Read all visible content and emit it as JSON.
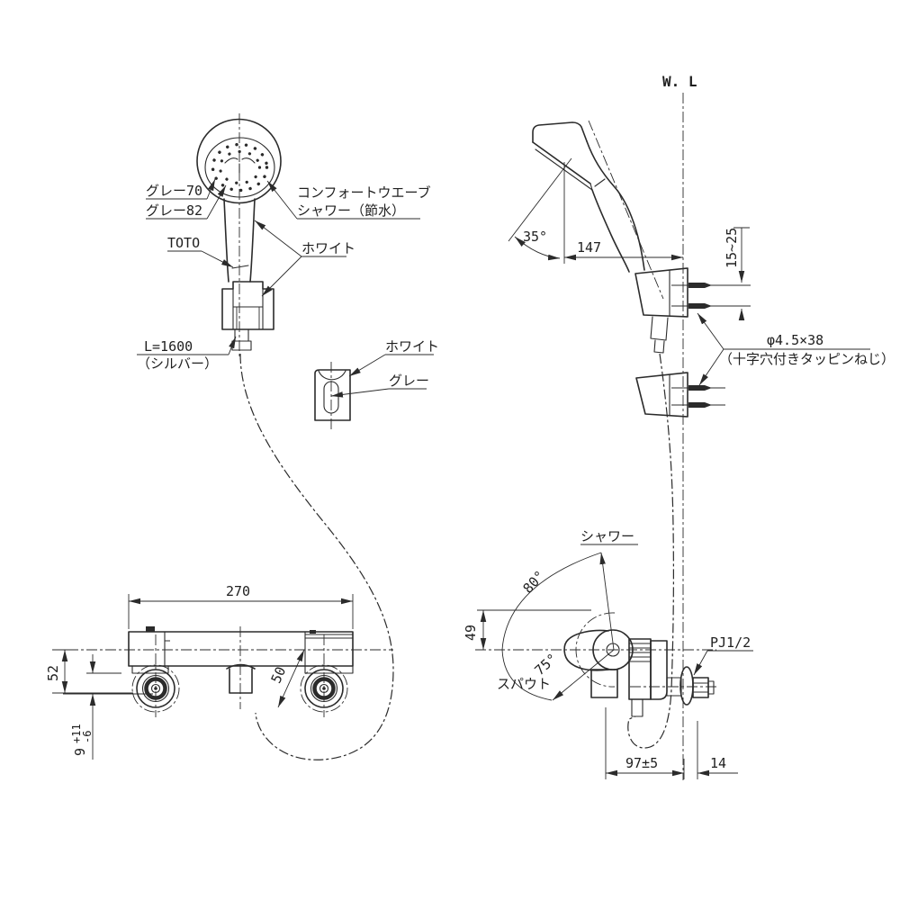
{
  "colors": {
    "background": "#ffffff",
    "line": "#2b2b2b",
    "text": "#1f1f1f"
  },
  "hand_shower_front_view": {
    "head_color_label_1": "グレー70",
    "head_color_label_2": "グレー82",
    "shower_type_line_1": "コンフォートウエーブ",
    "shower_type_line_2": "シャワー（節水）",
    "brand_label": "TOTO",
    "body_color_label": "ホワイト",
    "hose_length_label": "L=1600",
    "hose_color_label": "（シルバー）"
  },
  "hanger_detail": {
    "body_color_label": "ホワイト",
    "insert_color_label": "グレー"
  },
  "installation_side_view": {
    "wall_line_label": "W. L",
    "head_angle": "35°",
    "head_reach": "147",
    "mount_range": "15~25",
    "screw_size": "φ4.5×38",
    "screw_type": "（十字穴付きタッピンねじ）"
  },
  "valve_front_view": {
    "body_width": "270",
    "center_height": "52",
    "diagonal_offset": "50",
    "wall_offset_value": "9",
    "wall_offset_tol_upper": "+11",
    "wall_offset_tol_lower": "-6"
  },
  "valve_side_view": {
    "shower_position_label": "シャワー",
    "shower_angle": "80°",
    "outlet_height": "49",
    "spout_angle": "75°",
    "spout_position_label": "スパウト",
    "thread_label": "PJ1/2",
    "body_depth": "97±5",
    "wall_clearance": "14"
  }
}
